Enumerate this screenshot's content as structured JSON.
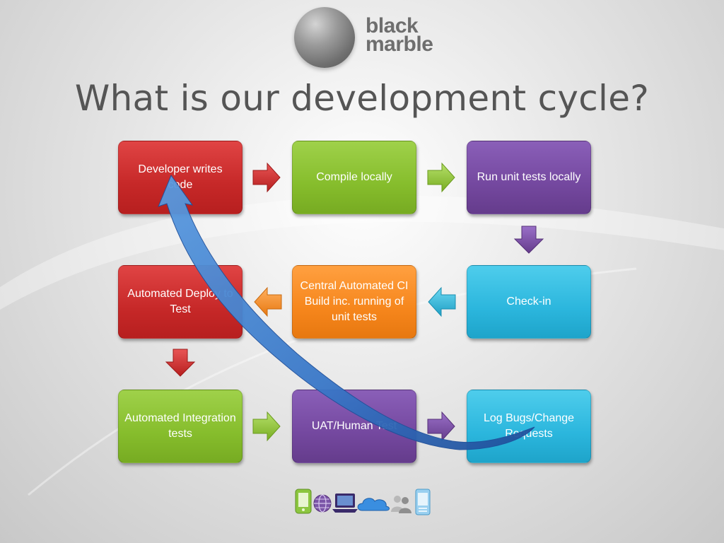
{
  "logo": {
    "line1": "black",
    "line2": "marble"
  },
  "slide": {
    "title": "What is our development cycle?"
  },
  "boxes": {
    "developer_writes_code": "Developer writes code",
    "compile_locally": "Compile locally",
    "run_unit_tests": "Run unit tests locally",
    "automated_deploy": "Automated Deploy to Test",
    "central_ci_build": "Central Automated CI Build inc. running of unit tests",
    "check_in": "Check-in",
    "integration_tests": "Automated Integration tests",
    "uat": "UAT/Human Test",
    "log_bugs": "Log Bugs/Change Requests"
  },
  "colors": {
    "red": "#c62828",
    "green": "#86bd2c",
    "purple": "#74489f",
    "cyan": "#2bb6dd",
    "orange": "#f6861c",
    "loop_arrow": "#3a78c8"
  },
  "footer_icons": [
    "phone-icon",
    "globe-icon",
    "laptop-icon",
    "cloud-icon",
    "people-icon",
    "mobile-device-icon"
  ]
}
